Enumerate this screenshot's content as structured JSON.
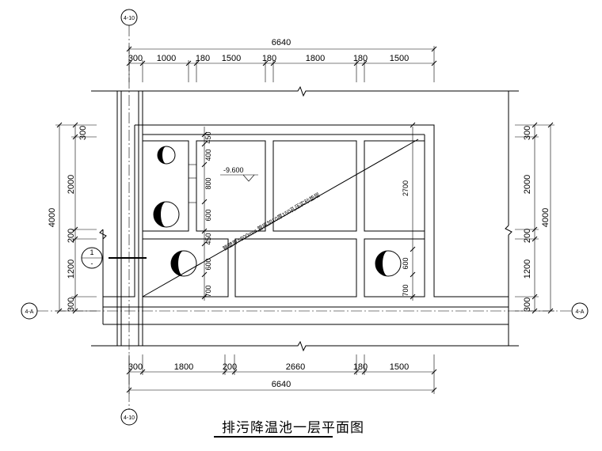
{
  "drawing": {
    "title": "排污降温池一层平面图",
    "axis_top": "4-10",
    "axis_bottom": "4-10",
    "axis_left": "4-A",
    "axis_right": "4-A",
    "section_mark_number": "1",
    "section_mark_sheet": "-",
    "elevation_label": "-9.600",
    "pipe_note": "管壁厚=200mm,管底加10厚150孔压实砂垫层"
  },
  "dimensions": {
    "top_total": "6640",
    "top_segments": [
      "300",
      "1000",
      "180",
      "1500",
      "180",
      "1800",
      "180",
      "1500"
    ],
    "bottom_segments": [
      "300",
      "1800",
      "200",
      "2660",
      "180",
      "1500"
    ],
    "bottom_total": "6640",
    "left_total": "4000",
    "left_segments": [
      "300",
      "2000",
      "200",
      "1200",
      "300"
    ],
    "right_total": "4000",
    "right_segments": [
      "300",
      "2000",
      "200",
      "1200",
      "300"
    ],
    "inner_left_col": [
      "450",
      "400",
      "800",
      "600",
      "450",
      "600",
      "700"
    ],
    "inner_right_col": [
      "2700",
      "600",
      "700"
    ]
  }
}
